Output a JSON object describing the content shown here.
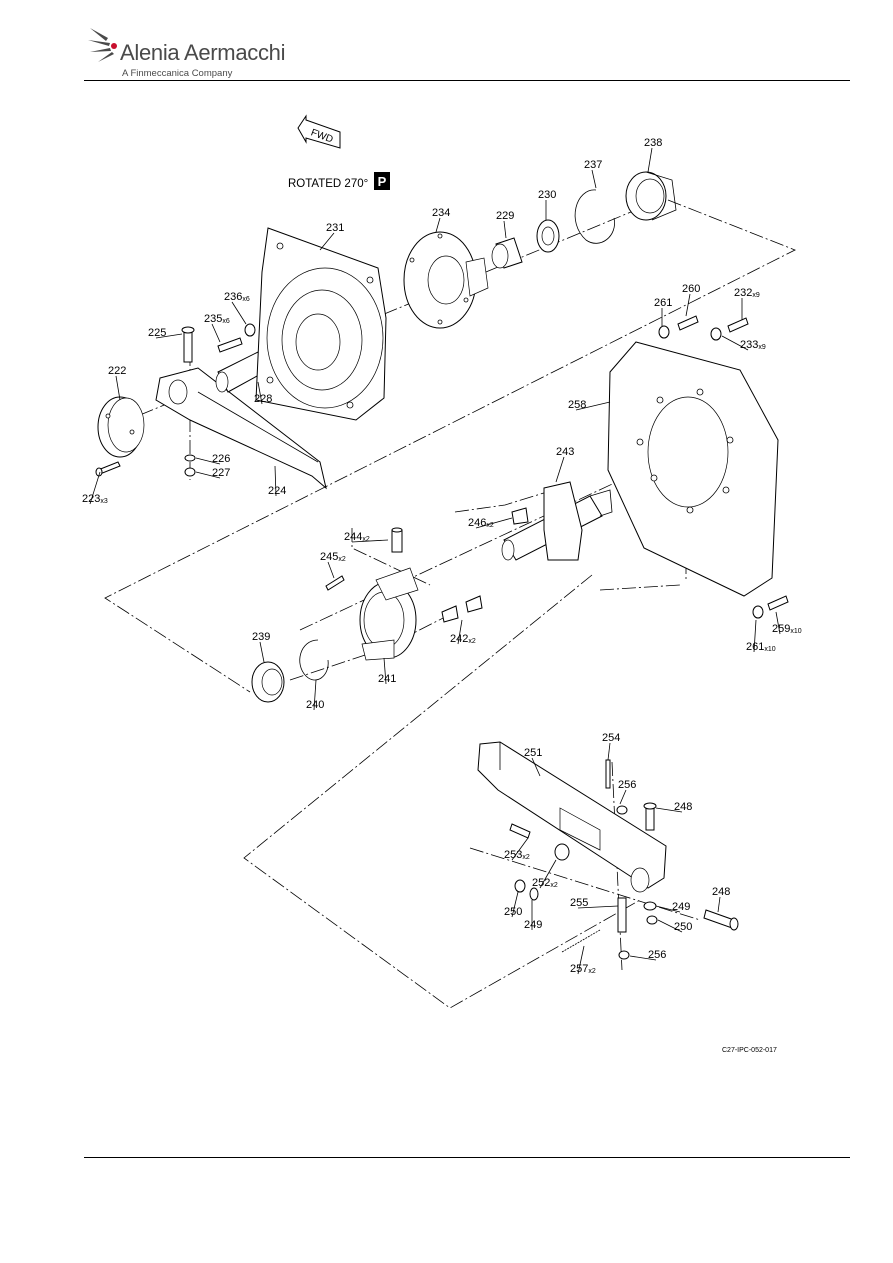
{
  "header": {
    "company_name": "Alenia Aermacchi",
    "company_subtitle": "A Finmeccanica Company"
  },
  "diagram": {
    "orientation_tag": "FWD",
    "rotation_note": "ROTATED 270°",
    "rotation_symbol": "P",
    "figure_id": "C27-IPC-052-017",
    "callouts": [
      {
        "id": "c222",
        "num": "222",
        "qty": ""
      },
      {
        "id": "c223",
        "num": "223",
        "qty": "x3"
      },
      {
        "id": "c224",
        "num": "224",
        "qty": ""
      },
      {
        "id": "c225",
        "num": "225",
        "qty": ""
      },
      {
        "id": "c226",
        "num": "226",
        "qty": ""
      },
      {
        "id": "c227",
        "num": "227",
        "qty": ""
      },
      {
        "id": "c228",
        "num": "228",
        "qty": ""
      },
      {
        "id": "c229",
        "num": "229",
        "qty": ""
      },
      {
        "id": "c230",
        "num": "230",
        "qty": ""
      },
      {
        "id": "c231",
        "num": "231",
        "qty": ""
      },
      {
        "id": "c232",
        "num": "232",
        "qty": "x9"
      },
      {
        "id": "c233",
        "num": "233",
        "qty": "x9"
      },
      {
        "id": "c234",
        "num": "234",
        "qty": ""
      },
      {
        "id": "c235",
        "num": "235",
        "qty": "x6"
      },
      {
        "id": "c236",
        "num": "236",
        "qty": "x6"
      },
      {
        "id": "c237",
        "num": "237",
        "qty": ""
      },
      {
        "id": "c238",
        "num": "238",
        "qty": ""
      },
      {
        "id": "c239",
        "num": "239",
        "qty": ""
      },
      {
        "id": "c240",
        "num": "240",
        "qty": ""
      },
      {
        "id": "c241",
        "num": "241",
        "qty": ""
      },
      {
        "id": "c242",
        "num": "242",
        "qty": "x2"
      },
      {
        "id": "c243",
        "num": "243",
        "qty": ""
      },
      {
        "id": "c244",
        "num": "244",
        "qty": "x2"
      },
      {
        "id": "c245",
        "num": "245",
        "qty": "x2"
      },
      {
        "id": "c246",
        "num": "246",
        "qty": "x2"
      },
      {
        "id": "c248a",
        "num": "248",
        "qty": ""
      },
      {
        "id": "c248b",
        "num": "248",
        "qty": ""
      },
      {
        "id": "c249a",
        "num": "249",
        "qty": ""
      },
      {
        "id": "c249b",
        "num": "249",
        "qty": ""
      },
      {
        "id": "c250a",
        "num": "250",
        "qty": ""
      },
      {
        "id": "c250b",
        "num": "250",
        "qty": ""
      },
      {
        "id": "c251",
        "num": "251",
        "qty": ""
      },
      {
        "id": "c252",
        "num": "252",
        "qty": "x2"
      },
      {
        "id": "c253",
        "num": "253",
        "qty": "x2"
      },
      {
        "id": "c254",
        "num": "254",
        "qty": ""
      },
      {
        "id": "c255",
        "num": "255",
        "qty": ""
      },
      {
        "id": "c256a",
        "num": "256",
        "qty": ""
      },
      {
        "id": "c256b",
        "num": "256",
        "qty": ""
      },
      {
        "id": "c257",
        "num": "257",
        "qty": "x2"
      },
      {
        "id": "c258",
        "num": "258",
        "qty": ""
      },
      {
        "id": "c259",
        "num": "259",
        "qty": "x10"
      },
      {
        "id": "c260",
        "num": "260",
        "qty": ""
      },
      {
        "id": "c261a",
        "num": "261",
        "qty": ""
      },
      {
        "id": "c261b",
        "num": "261",
        "qty": "x10"
      }
    ]
  }
}
